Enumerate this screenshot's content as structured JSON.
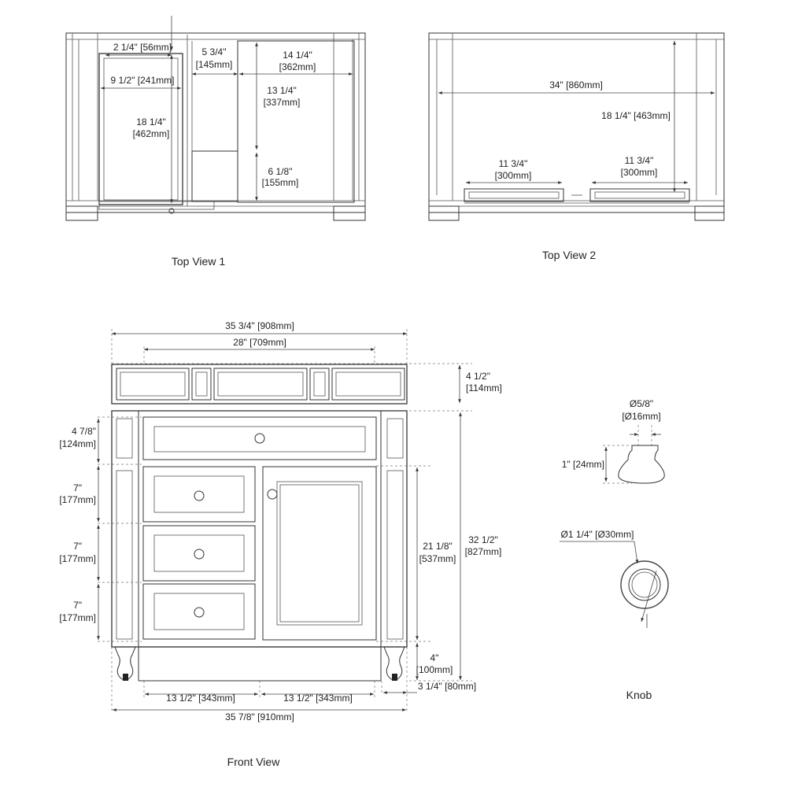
{
  "top_view_1": {
    "caption": "Top View 1",
    "dims": {
      "d_2_1_4": "2 1/4\" [56mm]",
      "d_9_1_2": "9 1/2\" [241mm]",
      "d_18_1_4_a": "18 1/4\"",
      "d_18_1_4_b": "[462mm]",
      "d_5_3_4_a": "5 3/4\"",
      "d_5_3_4_b": "[145mm]",
      "d_14_1_4_a": "14 1/4\"",
      "d_14_1_4_b": "[362mm]",
      "d_13_1_4_a": "13 1/4\"",
      "d_13_1_4_b": "[337mm]",
      "d_6_1_8_a": "6 1/8\"",
      "d_6_1_8_b": "[155mm]"
    }
  },
  "top_view_2": {
    "caption": "Top View 2",
    "dims": {
      "d_34": "34\" [860mm]",
      "d_18_1_4": "18 1/4\" [463mm]",
      "d_left_a": "11 3/4\"",
      "d_left_b": "[300mm]",
      "d_right_a": "11 3/4\"",
      "d_right_b": "[300mm]"
    }
  },
  "front_view": {
    "caption": "Front View",
    "dims": {
      "top_width": "35 3/4\" [908mm]",
      "inner_width": "28\" [709mm]",
      "backsplash_a": "4 1/2\"",
      "backsplash_b": "[114mm]",
      "drawer_top_a": "4 7/8\"",
      "drawer_top_b": "[124mm]",
      "drawer1_a": "7\"",
      "drawer1_b": "[177mm]",
      "drawer2_a": "7\"",
      "drawer2_b": "[177mm]",
      "drawer3_a": "7\"",
      "drawer3_b": "[177mm]",
      "door_a": "21 1/8\"",
      "door_b": "[537mm]",
      "height_a": "32 1/2\"",
      "height_b": "[827mm]",
      "leg_a": "4\"",
      "leg_b": "[100mm]",
      "leg_width": "3 1/4\" [80mm]",
      "left_bay": "13 1/2\" [343mm]",
      "right_bay": "13 1/2\" [343mm]",
      "overall_width": "35 7/8\" [910mm]"
    }
  },
  "knob": {
    "caption": "Knob",
    "dims": {
      "stem_a": "Ø5/8\"",
      "stem_b": "[Ø16mm]",
      "depth": "1\" [24mm]",
      "diameter": "Ø1 1/4\" [Ø30mm]"
    }
  }
}
